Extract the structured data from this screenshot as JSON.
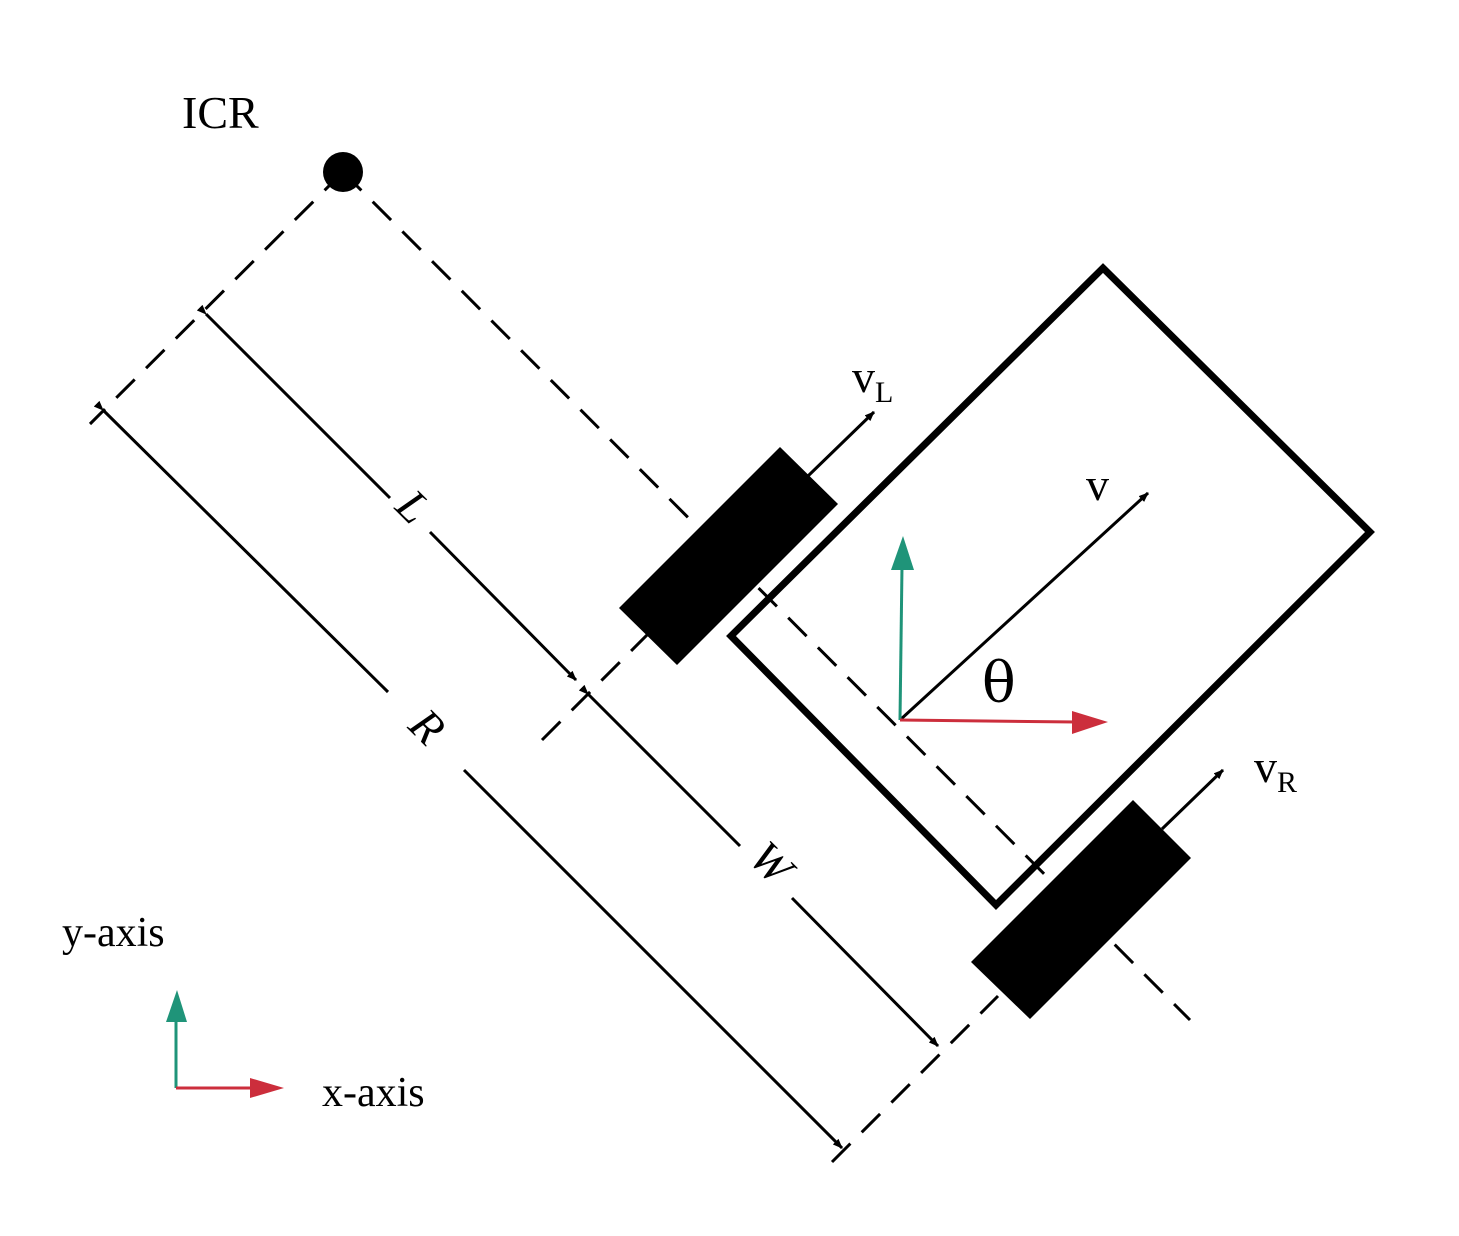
{
  "labels": {
    "icr": "ICR",
    "v_left_main": "v",
    "v_left_sub": "L",
    "v_right_main": "v",
    "v_right_sub": "R",
    "v_center": "v",
    "theta": "θ",
    "L": "L",
    "R": "R",
    "W": "W",
    "y_axis": "y-axis",
    "x_axis": "x-axis"
  },
  "colors": {
    "x_axis_arrow": "#cc2e3c",
    "y_axis_arrow": "#1f9479",
    "stroke": "#000000"
  }
}
